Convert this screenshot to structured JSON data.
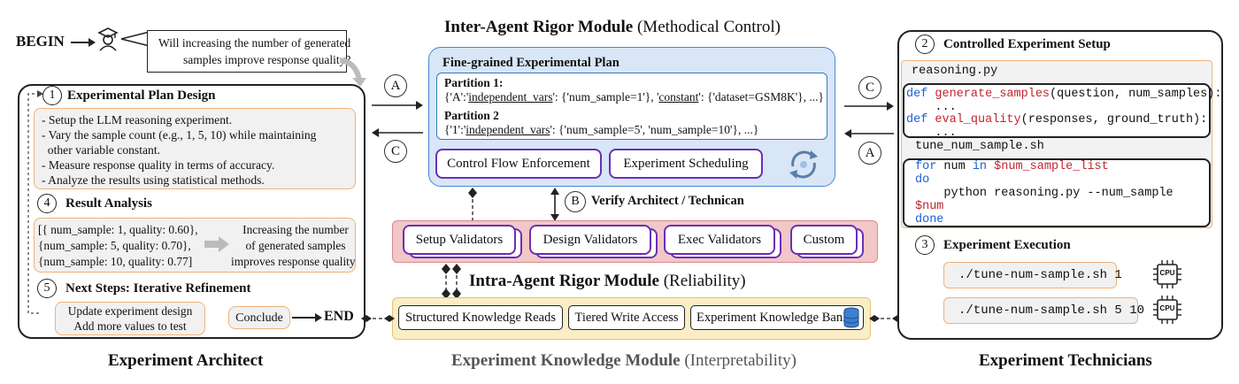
{
  "begin": {
    "label": "BEGIN",
    "question": [
      "Will increasing the number of generated",
      "samples improve response quality?"
    ]
  },
  "architect": {
    "caption": "Experiment Architect",
    "plan": {
      "num": "1",
      "title": "Experimental Plan Design",
      "lines": [
        "- Setup the LLM reasoning experiment.",
        "- Vary the sample count (e.g., 1, 5, 10) while maintaining",
        "  other variable constant.",
        "- Measure response quality in terms of accuracy.",
        "- Analyze the results using statistical methods."
      ]
    },
    "result": {
      "num": "4",
      "title": "Result Analysis",
      "data_lines": [
        "[{ num_sample: 1, quality: 0.60},",
        "{num_sample: 5, quality: 0.70},",
        "{num_sample: 10, quality: 0.77]"
      ],
      "conclusion_lines": [
        "Increasing the number",
        "of generated samples",
        "improves response quality"
      ]
    },
    "next": {
      "num": "5",
      "title": "Next Steps: Iterative Refinement",
      "update_lines": [
        "Update experiment design",
        "Add more values to test"
      ],
      "conclude": "Conclude",
      "end": "END"
    }
  },
  "inter": {
    "title_bold": "Inter-Agent Rigor Module",
    "title_rest": " (Methodical Control)",
    "plan_title": "Fine-grained Experimental Plan",
    "partition1": {
      "label": "Partition 1:",
      "pre": "{'A':'",
      "key": "independent_vars",
      "mid": "': {'num_sample=1'}, '",
      "key2": "constant",
      "post": "': {'dataset=GSM8K'}, ...}"
    },
    "partition2": {
      "label": "Partition 2",
      "pre": "{'1':'",
      "key": "independent_vars",
      "post": "': {'num_sample=5', 'num_sample=10'}, ...}"
    },
    "buttons": [
      "Control Flow Enforcement",
      "Experiment Scheduling"
    ]
  },
  "verify": {
    "letter": "B",
    "label": "Verify Architect / Technican"
  },
  "intra": {
    "title_bold": "Intra-Agent Rigor Module",
    "title_rest": " (Reliability)",
    "validators": [
      "Setup Validators",
      "Design Validators",
      "Exec Validators",
      "Custom"
    ]
  },
  "knowledge": {
    "caption_bold": "Experiment Knowledge Module",
    "caption_rest": " (Interpretability)",
    "items": [
      "Structured Knowledge Reads",
      "Tiered Write Access",
      "Experiment Knowledge Bank"
    ]
  },
  "arrows": {
    "a": "A",
    "c": "C"
  },
  "technicians": {
    "caption": "Experiment Technicians",
    "setup": {
      "num": "2",
      "title": "Controlled Experiment Setup",
      "file1": "reasoning.py",
      "file2": "tune_num_sample.sh",
      "code1": [
        {
          "kw": "def ",
          "fn": "generate_samples",
          "rest": "(question, num_samples):"
        },
        {
          "plain": "    ..."
        },
        {
          "kw": "def ",
          "fn": "eval_quality",
          "rest": "(responses, ground_truth):"
        },
        {
          "plain": "    ..."
        }
      ],
      "code2": [
        {
          "a": "for",
          "b": " num ",
          "c": "in",
          "d": " ",
          "e": "$num_sample_list"
        },
        {
          "a": "do"
        },
        {
          "plain": "    python reasoning.py --num_sample"
        },
        {
          "e": "$num"
        },
        {
          "a": "done"
        }
      ]
    },
    "exec": {
      "num": "3",
      "title": "Experiment Execution",
      "cmds": [
        "./tune-num-sample.sh 1",
        "./tune-num-sample.sh 5 10"
      ],
      "cpu": "CPU"
    }
  }
}
